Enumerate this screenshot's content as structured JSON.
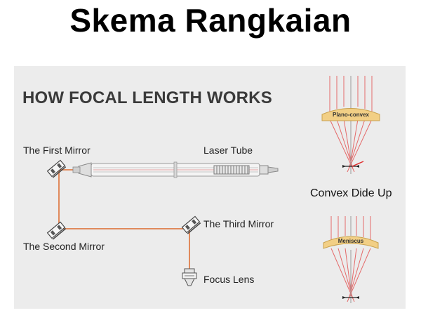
{
  "page": {
    "title": "Skema Rangkaian"
  },
  "diagram": {
    "heading": "HOW FOCAL LENGTH WORKS",
    "labels": {
      "first_mirror": "The First Mirror",
      "laser_tube": "Laser Tube",
      "second_mirror": "The Second Mirror",
      "third_mirror": "The Third Mirror",
      "focus_lens": "Focus Lens"
    },
    "lenses": {
      "top_label": "Plano-convex",
      "caption": "Convex Dide Up",
      "bottom_label": "Meniscus"
    }
  },
  "colors": {
    "beam": "#e08a5c",
    "lens_fill": "#f2cf85",
    "ray": "#e46a6a",
    "panel_bg": "#ececec",
    "heading": "#3a3a3a"
  }
}
